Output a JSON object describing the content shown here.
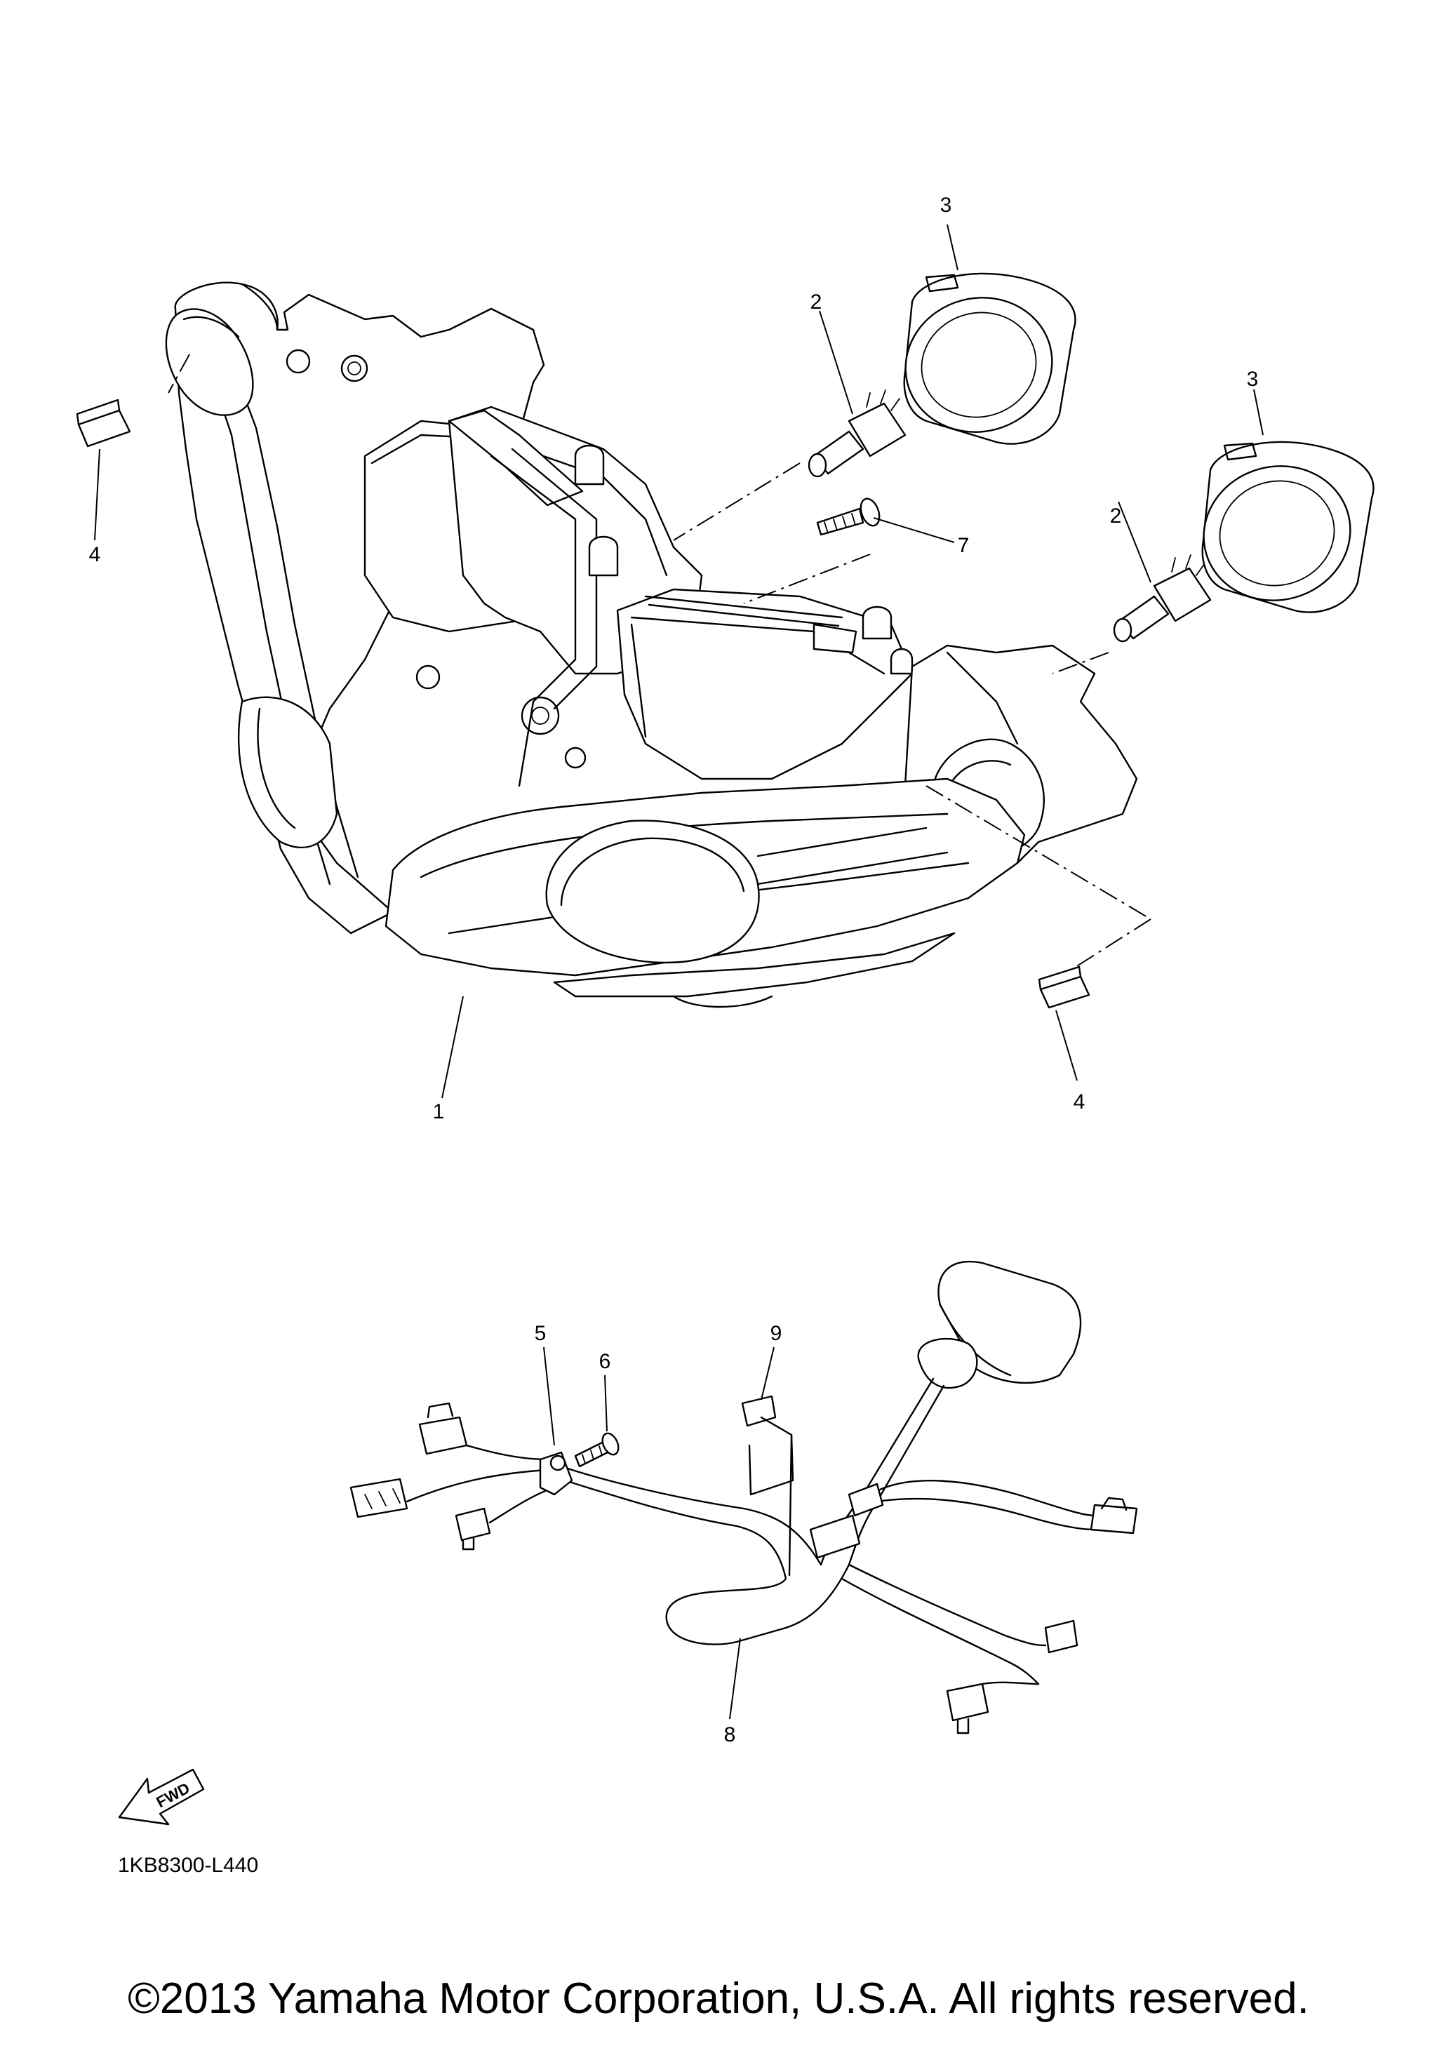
{
  "diagram": {
    "callouts": {
      "headlight_assembly": "1",
      "bulb_left": "2",
      "bulb_right": "2",
      "bulb_cover_left": "3",
      "bulb_cover_right": "3",
      "position_lamp_socket_left": "4",
      "position_lamp_socket_right": "4",
      "bracket": "5",
      "screw_harness": "6",
      "screw_headlight": "7",
      "wire_harness": "8",
      "clip": "9"
    },
    "fwd_label": "FWD",
    "diagram_code": "1KB8300-L440"
  },
  "footer": {
    "copyright": "©2013 Yamaha Motor Corporation, U.S.A. All rights reserved."
  }
}
